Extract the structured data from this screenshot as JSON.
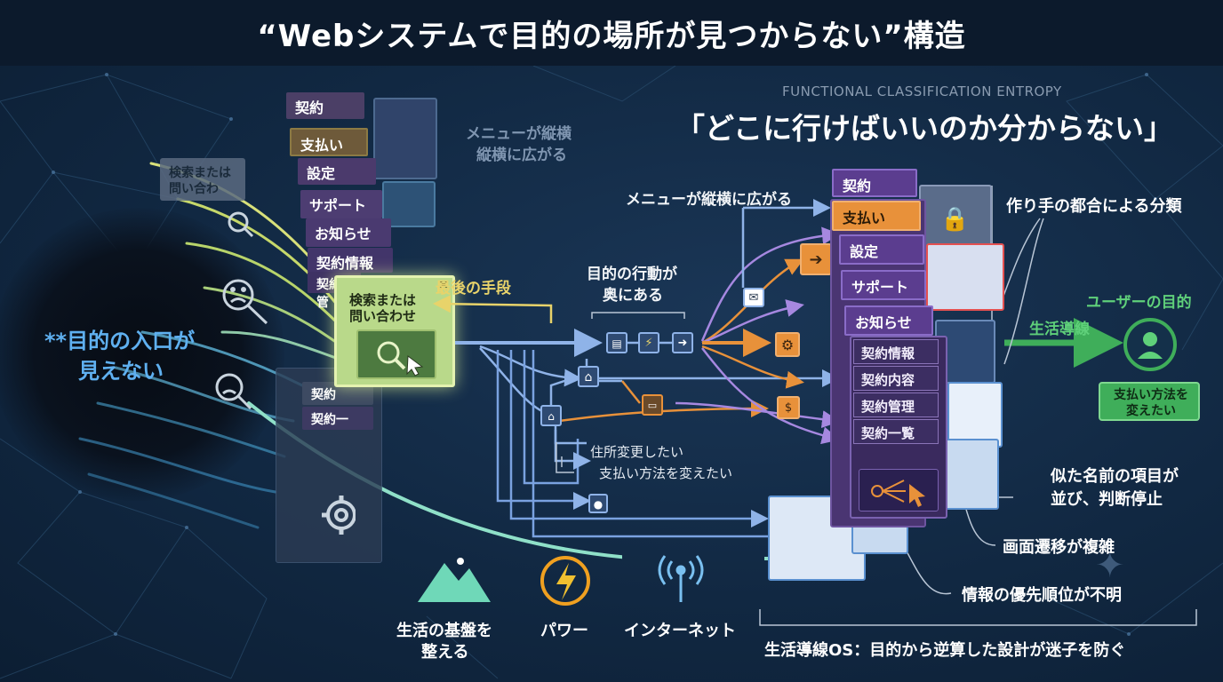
{
  "title": "“Webシステムで目的の場所が見つからない”構造",
  "subtitle_en": "FUNCTIONAL CLASSIFICATION ENTROPY",
  "subtitle_jp": "「どこに行けばいいのか分からない」",
  "left": {
    "entrance_label_1": "**目的の入口が",
    "entrance_label_2": "見えない",
    "menu_spread_1": "メニューが縦横",
    "menu_spread_2": "縦横に広がる",
    "bg_menu": [
      "契約",
      "支払い",
      "設定",
      "サポート",
      "お知らせ",
      "契約情報",
      "契約管"
    ],
    "bg_search_1": "検索または",
    "bg_search_2": "問い合わ",
    "search_box_1": "検索または",
    "search_box_2": "問い合わせ",
    "faded_1": "契約",
    "faded_2": "契約一"
  },
  "middle": {
    "last_resort": "最後の手段",
    "action_deep_1": "目的の行動が",
    "action_deep_2": "奥にある",
    "menu_spread": "メニューが縦横に広がる",
    "task_address": "住所変更したい",
    "task_payment": "支払い方法を変えたい"
  },
  "right": {
    "menu": [
      "契約",
      "支払い",
      "設定",
      "サポート",
      "お知らせ"
    ],
    "sub_menu": [
      "契約情報",
      "契約内容",
      "契約管理",
      "契約一覧"
    ],
    "maker_classification": "作り手の都合による分類",
    "similar_names_1": "似た名前の項目が",
    "similar_names_2": "並び、判断停止",
    "complex_transition": "画面遷移が複雑",
    "unclear_priority": "情報の優先順位が不明",
    "user_goal_title": "ユーザーの目的",
    "life_flow": "生活導線",
    "user_goal_1": "支払い方法を",
    "user_goal_2": "変えたい"
  },
  "bottom": {
    "foundation_1": "生活の基盤を",
    "foundation_2": "整える",
    "power": "パワー",
    "internet": "インターネット",
    "conclusion": "生活導線OS：目的から逆算した設計が迷子を防ぐ"
  },
  "colors": {
    "menu_purple": "#5b3d8f",
    "menu_orange": "#e8913a",
    "highlight_green": "#3fae5a",
    "search_green": "#b9d98a",
    "flow_blue": "#7aa2e0",
    "flow_orange": "#e8913a",
    "flow_purple": "#8a6cc8"
  },
  "icons": [
    "search-icon",
    "sad-face-icon",
    "gear-icon",
    "mountain-icon",
    "lightning-icon",
    "antenna-icon",
    "lock-icon",
    "home-icon",
    "document-icon",
    "mail-icon",
    "user-icon",
    "cursor-icon"
  ]
}
